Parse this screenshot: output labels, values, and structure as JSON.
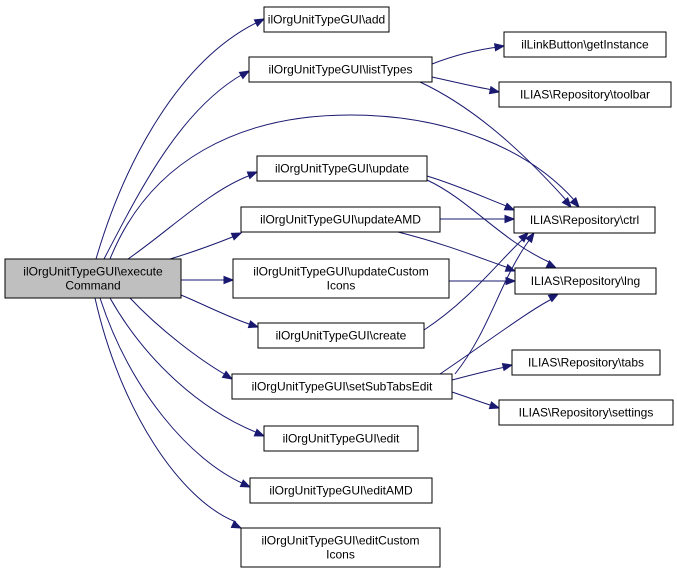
{
  "diagram": {
    "root": "n0",
    "nodes": [
      {
        "id": "n0",
        "lines": [
          "ilOrgUnitTypeGUI\\execute",
          "Command"
        ],
        "root": true
      },
      {
        "id": "n1",
        "lines": [
          "ilOrgUnitTypeGUI\\add"
        ]
      },
      {
        "id": "n2",
        "lines": [
          "ilOrgUnitTypeGUI\\listTypes"
        ]
      },
      {
        "id": "n3",
        "lines": [
          "ilLinkButton\\getInstance"
        ]
      },
      {
        "id": "n4",
        "lines": [
          "ILIAS\\Repository\\toolbar"
        ]
      },
      {
        "id": "n5",
        "lines": [
          "ILIAS\\Repository\\ctrl"
        ]
      },
      {
        "id": "n6",
        "lines": [
          "ilOrgUnitTypeGUI\\update"
        ]
      },
      {
        "id": "n7",
        "lines": [
          "ILIAS\\Repository\\lng"
        ]
      },
      {
        "id": "n8",
        "lines": [
          "ilOrgUnitTypeGUI\\updateAMD"
        ]
      },
      {
        "id": "n9",
        "lines": [
          "ilOrgUnitTypeGUI\\updateCustom",
          "Icons"
        ]
      },
      {
        "id": "n10",
        "lines": [
          "ilOrgUnitTypeGUI\\create"
        ]
      },
      {
        "id": "n11",
        "lines": [
          "ilOrgUnitTypeGUI\\setSubTabsEdit"
        ]
      },
      {
        "id": "n12",
        "lines": [
          "ILIAS\\Repository\\tabs"
        ]
      },
      {
        "id": "n13",
        "lines": [
          "ILIAS\\Repository\\settings"
        ]
      },
      {
        "id": "n14",
        "lines": [
          "ilOrgUnitTypeGUI\\edit"
        ]
      },
      {
        "id": "n15",
        "lines": [
          "ilOrgUnitTypeGUI\\editAMD"
        ]
      },
      {
        "id": "n16",
        "lines": [
          "ilOrgUnitTypeGUI\\editCustom",
          "Icons"
        ]
      }
    ],
    "edges": [
      [
        "n0",
        "n1"
      ],
      [
        "n0",
        "n2"
      ],
      [
        "n0",
        "n5"
      ],
      [
        "n0",
        "n6"
      ],
      [
        "n0",
        "n8"
      ],
      [
        "n0",
        "n9"
      ],
      [
        "n0",
        "n10"
      ],
      [
        "n0",
        "n11"
      ],
      [
        "n0",
        "n14"
      ],
      [
        "n0",
        "n15"
      ],
      [
        "n0",
        "n16"
      ],
      [
        "n2",
        "n3"
      ],
      [
        "n2",
        "n4"
      ],
      [
        "n2",
        "n5"
      ],
      [
        "n6",
        "n5"
      ],
      [
        "n6",
        "n7"
      ],
      [
        "n8",
        "n5"
      ],
      [
        "n8",
        "n7"
      ],
      [
        "n9",
        "n7"
      ],
      [
        "n10",
        "n5"
      ],
      [
        "n11",
        "n5"
      ],
      [
        "n11",
        "n7"
      ],
      [
        "n11",
        "n12"
      ],
      [
        "n11",
        "n13"
      ]
    ]
  }
}
